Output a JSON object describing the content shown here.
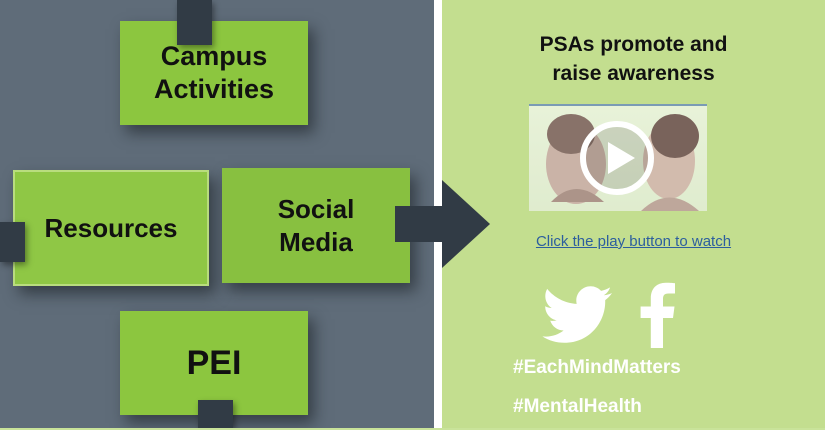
{
  "diagram": {
    "tiles": {
      "campus_activities": {
        "line1": "Campus",
        "line2": "Activities"
      },
      "resources": {
        "label": "Resources"
      },
      "social_media": {
        "line1": "Social",
        "line2": "Media"
      },
      "pei": {
        "label": "PEI"
      }
    },
    "colors": {
      "panel_bg": "#5f6c79",
      "tile_green": "#8cc63f",
      "connector": "#313b45"
    }
  },
  "psa_panel": {
    "title_line1": "PSAs promote and",
    "title_line2": "raise awareness",
    "video": {
      "play_icon": "play-icon"
    },
    "link_text": "Click the play button to watch",
    "social_icons": [
      "twitter-icon",
      "facebook-icon"
    ],
    "hashtags": [
      "#EachMindMatters",
      "#MentalHealth"
    ],
    "colors": {
      "panel_bg": "#c3de8f",
      "link": "#2c5e9e"
    }
  }
}
